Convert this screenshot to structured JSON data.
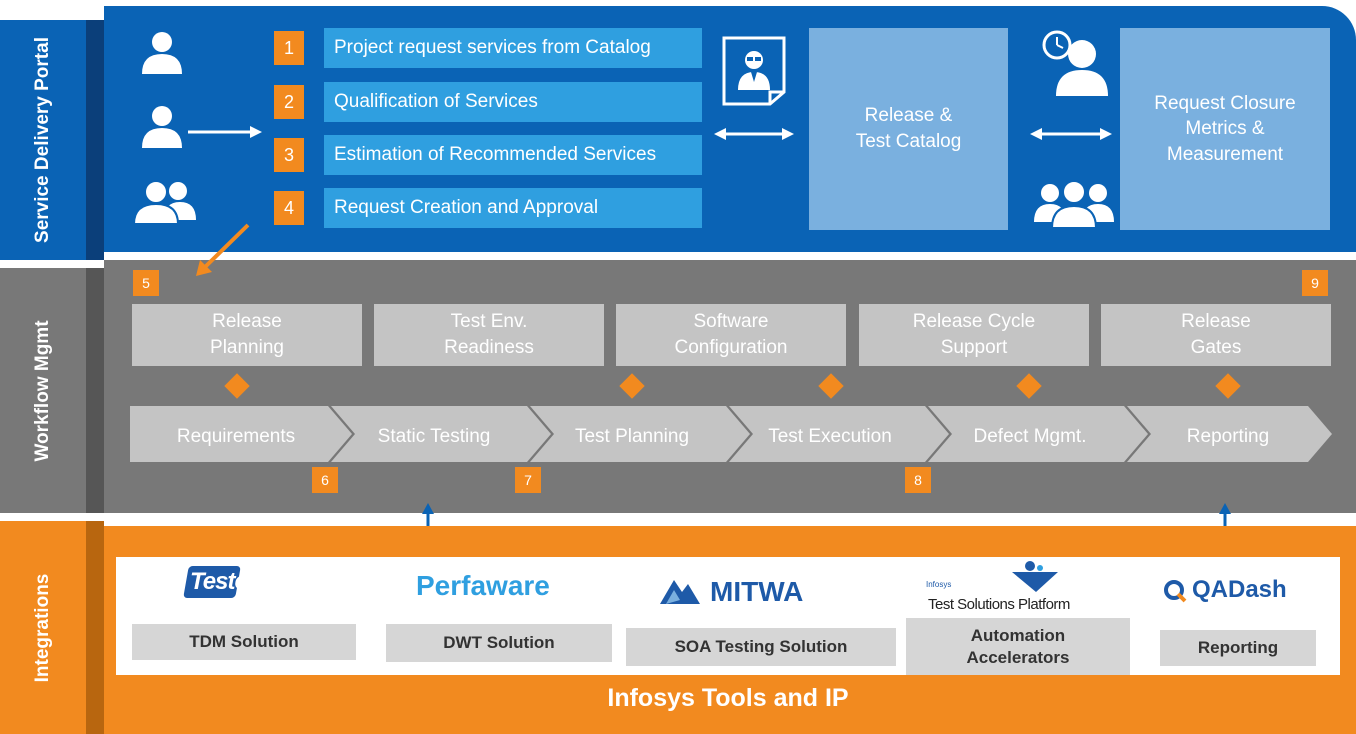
{
  "side_tabs": [
    {
      "label": "Service Delivery Portal"
    },
    {
      "label": "Workflow Mgmt"
    },
    {
      "label": "Integrations"
    }
  ],
  "portal": {
    "requests": [
      {
        "num": "1",
        "label": "Project request services from Catalog"
      },
      {
        "num": "2",
        "label": "Qualification of Services"
      },
      {
        "num": "3",
        "label": "Estimation of Recommended Services"
      },
      {
        "num": "4",
        "label": "Request Creation and Approval"
      }
    ],
    "catalog_box": "Release &\nTest Catalog",
    "closure_box": "Request Closure\nMetrics &\nMeasurement"
  },
  "workflow": {
    "step_numbers": {
      "n5": "5",
      "n6": "6",
      "n7": "7",
      "n8": "8",
      "n9": "9"
    },
    "boxes": [
      {
        "label": "Release\nPlanning"
      },
      {
        "label": "Test Env.\nReadiness"
      },
      {
        "label": "Software\nConfiguration"
      },
      {
        "label": "Release Cycle\nSupport"
      },
      {
        "label": "Release\nGates"
      }
    ],
    "chevrons": [
      {
        "label": "Requirements"
      },
      {
        "label": "Static Testing"
      },
      {
        "label": "Test Planning"
      },
      {
        "label": "Test Execution"
      },
      {
        "label": "Defect Mgmt."
      },
      {
        "label": "Reporting"
      }
    ]
  },
  "integrations": {
    "tools": [
      {
        "logo": "Testeward",
        "label": "TDM Solution"
      },
      {
        "logo": "Perfaware",
        "label": "DWT Solution"
      },
      {
        "logo": "MITWA",
        "label": "SOA Testing Solution"
      },
      {
        "logo_small": "Infosys",
        "logo": "Test Solutions Platform",
        "label": "Automation\nAccelerators"
      },
      {
        "logo": "QADash",
        "label": "Reporting"
      }
    ],
    "footer": "Infosys Tools and IP"
  },
  "colors": {
    "portal_blue": "#0a63b5",
    "portal_edge": "#0b3f7a",
    "request_blue": "#2f9fe0",
    "catalog_blue": "#7ab0df",
    "workflow_gray": "#787878",
    "workflow_edge": "#565656",
    "box_gray": "#c4c4c4",
    "orange": "#f28a1f",
    "orange_edge": "#b8660f"
  },
  "icons": [
    "person-icon",
    "group-icon",
    "profile-card-icon",
    "clock-person-icon",
    "double-arrow-icon"
  ]
}
